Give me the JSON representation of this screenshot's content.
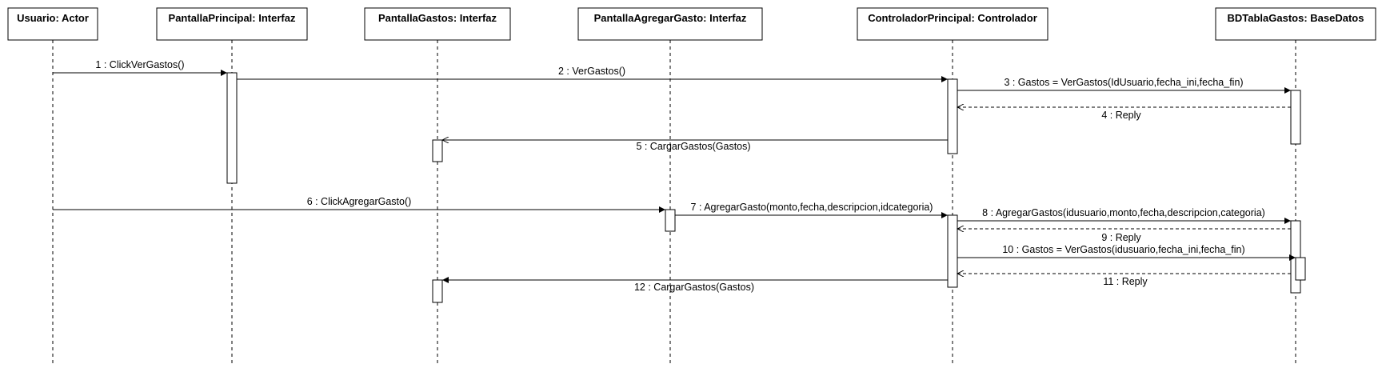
{
  "lifelines": [
    {
      "id": "usuario",
      "title": "Usuario: Actor"
    },
    {
      "id": "principal",
      "title": "PantallaPrincipal: Interfaz"
    },
    {
      "id": "gastos",
      "title": "PantallaGastos: Interfaz"
    },
    {
      "id": "agregar",
      "title": "PantallaAgregarGasto: Interfaz"
    },
    {
      "id": "controlador",
      "title": "ControladorPrincipal: Controlador"
    },
    {
      "id": "bd",
      "title": "BDTablaGastos: BaseDatos"
    }
  ],
  "messages": [
    {
      "label": "1 : ClickVerGastos()",
      "from": "usuario",
      "to": "principal",
      "kind": "call"
    },
    {
      "label": "2 : VerGastos()",
      "from": "principal",
      "to": "controlador",
      "kind": "call"
    },
    {
      "label": "3 : Gastos = VerGastos(IdUsuario,fecha_ini,fecha_fin)",
      "from": "controlador",
      "to": "bd",
      "kind": "call"
    },
    {
      "label": "4 : Reply",
      "from": "bd",
      "to": "controlador",
      "kind": "reply"
    },
    {
      "label": "5 : CargarGastos(Gastos)",
      "from": "controlador",
      "to": "gastos",
      "kind": "async"
    },
    {
      "label": "6 : ClickAgregarGasto()",
      "from": "usuario",
      "to": "agregar",
      "kind": "call"
    },
    {
      "label": "7 : AgregarGasto(monto,fecha,descripcion,idcategoria)",
      "from": "agregar",
      "to": "controlador",
      "kind": "call"
    },
    {
      "label": "8 : AgregarGastos(idusuario,monto,fecha,descripcion,categoria)",
      "from": "controlador",
      "to": "bd",
      "kind": "call"
    },
    {
      "label": "9 : Reply",
      "from": "bd",
      "to": "controlador",
      "kind": "reply"
    },
    {
      "label": "10 : Gastos = VerGastos(idusuario,fecha_ini,fecha_fin)",
      "from": "controlador",
      "to": "bd",
      "kind": "call"
    },
    {
      "label": "11 : Reply",
      "from": "bd",
      "to": "controlador",
      "kind": "reply"
    },
    {
      "label": "12 : CargarGastos(Gastos)",
      "from": "controlador",
      "to": "gastos",
      "kind": "call"
    }
  ]
}
